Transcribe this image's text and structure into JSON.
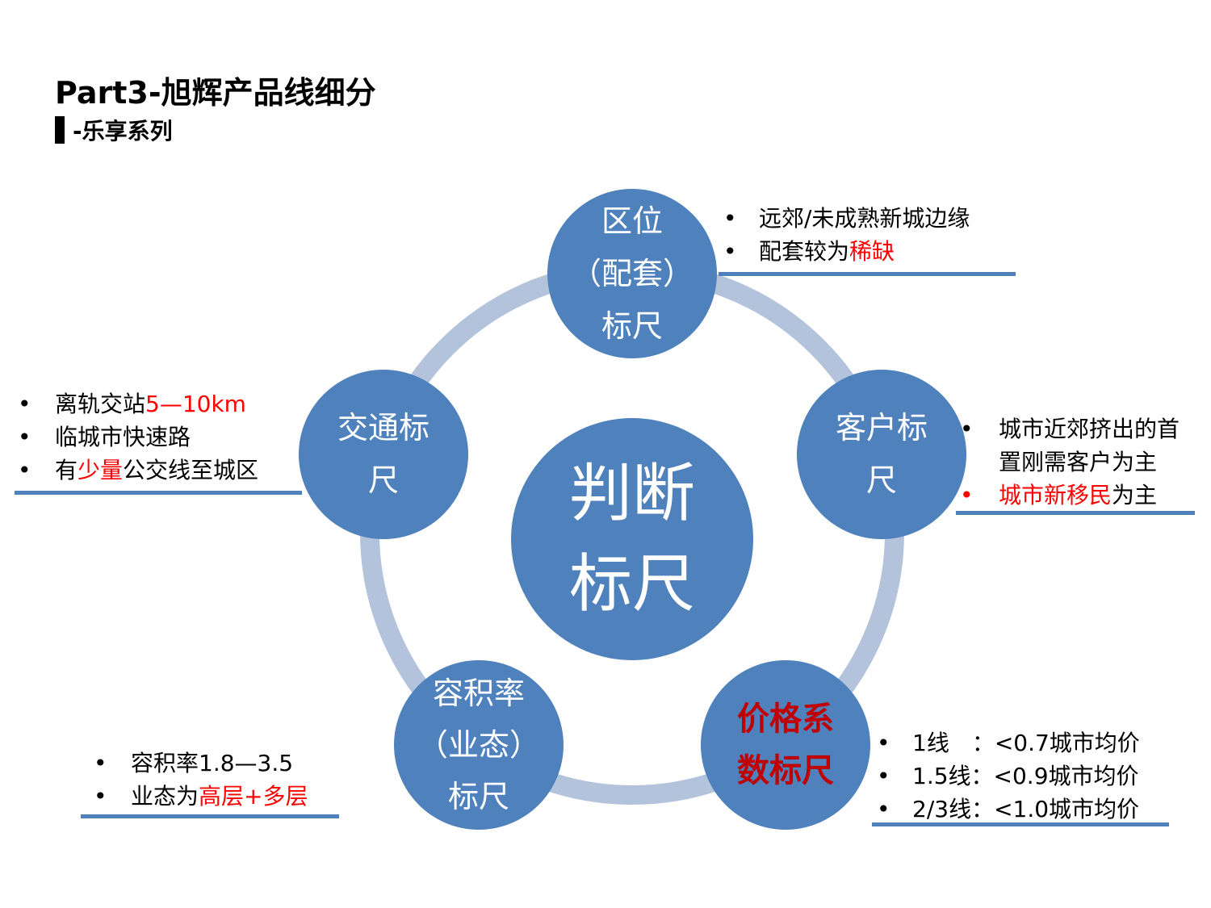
{
  "header": {
    "title": "Part3-旭辉产品线细分",
    "subtitle": "-乐享系列"
  },
  "diagram": {
    "center": {
      "line1": "判断",
      "line2": "标尺"
    },
    "nodes": {
      "top": {
        "line1": "区位",
        "line2": "（配套）",
        "line3": "标尺"
      },
      "left": {
        "line1": "交通标",
        "line2": "尺"
      },
      "right": {
        "line1": "客户标",
        "line2": "尺"
      },
      "bottom_left": {
        "line1": "容积率",
        "line2": "（业态）",
        "line3": "标尺"
      },
      "bottom_right": {
        "line1": "价格系",
        "line2": "数标尺"
      }
    },
    "notes": {
      "location": {
        "item1": "远郊/未成熟新城边缘",
        "item2_prefix": "配套较为",
        "item2_highlight": "稀缺"
      },
      "traffic": {
        "item1_prefix": "离轨交站",
        "item1_highlight": "5—10km",
        "item2": "临城市快速路",
        "item3_prefix": "有",
        "item3_highlight": "少量",
        "item3_suffix": "公交线至城区"
      },
      "customer": {
        "item1_line1": "城市近郊挤出的首",
        "item1_line2": "置刚需客户为主",
        "item2_highlight": "城市新移民",
        "item2_suffix": "为主"
      },
      "plot_ratio": {
        "item1": "容积率1.8—3.5",
        "item2_prefix": "业态为",
        "item2_highlight": "高层+多层"
      },
      "price": {
        "item1": "1线　：<0.7城市均价",
        "item2": "1.5线：<0.9城市均价",
        "item3": "2/3线：<1.0城市均价"
      }
    }
  },
  "colors": {
    "node_fill": "#4f81bd",
    "ring": "#b4c3dc",
    "highlight": "#ff0000",
    "price_label": "#c00000"
  }
}
